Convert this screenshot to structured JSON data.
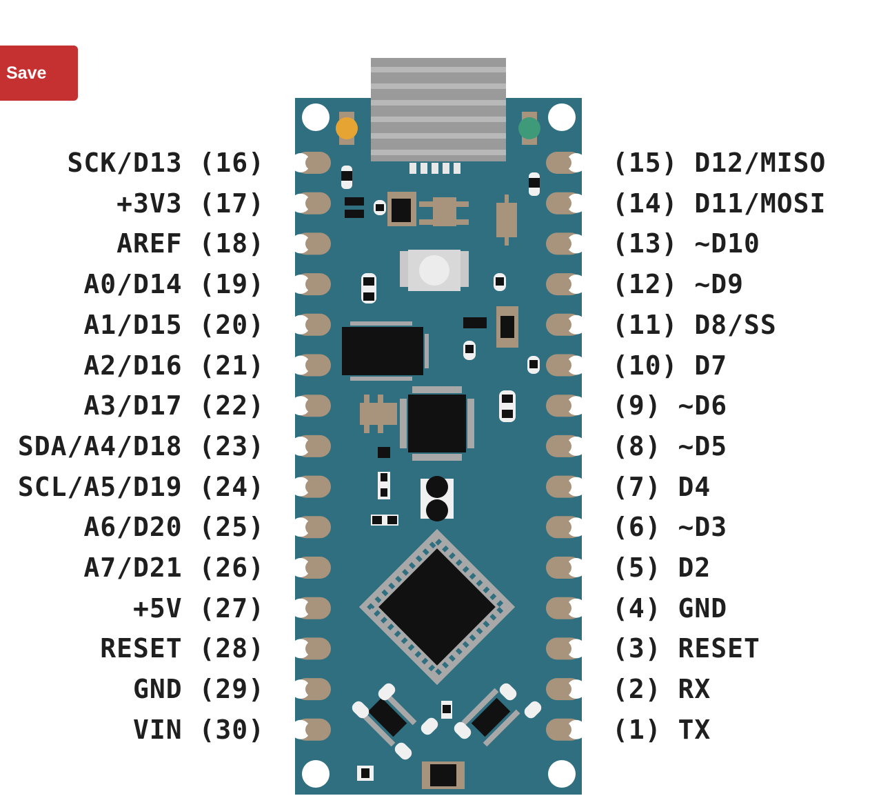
{
  "toolbar": {
    "save_label": "Save"
  },
  "colors": {
    "board": "#2f6f80",
    "chip": "#111111",
    "pad": "#a8947c",
    "pin_hole": "#f2f2f2",
    "usb": "#9a9a9a",
    "led_power": "#e6a532",
    "led_status": "#3f9a7a",
    "save_button": "#c53030"
  },
  "pins": {
    "left": [
      {
        "name": "SCK/D13",
        "num": "(16)"
      },
      {
        "name": "+3V3",
        "num": "(17)"
      },
      {
        "name": "AREF",
        "num": "(18)"
      },
      {
        "name": "A0/D14",
        "num": "(19)"
      },
      {
        "name": "A1/D15",
        "num": "(20)"
      },
      {
        "name": "A2/D16",
        "num": "(21)"
      },
      {
        "name": "A3/D17",
        "num": "(22)"
      },
      {
        "name": "SDA/A4/D18",
        "num": "(23)"
      },
      {
        "name": "SCL/A5/D19",
        "num": "(24)"
      },
      {
        "name": "A6/D20",
        "num": "(25)"
      },
      {
        "name": "A7/D21",
        "num": "(26)"
      },
      {
        "name": "+5V",
        "num": "(27)"
      },
      {
        "name": "RESET",
        "num": "(28)"
      },
      {
        "name": "GND",
        "num": "(29)"
      },
      {
        "name": "VIN",
        "num": "(30)"
      }
    ],
    "right": [
      {
        "num": "(15)",
        "name": "D12/MISO"
      },
      {
        "num": "(14)",
        "name": "D11/MOSI"
      },
      {
        "num": "(13)",
        "name": "~D10"
      },
      {
        "num": "(12)",
        "name": "~D9"
      },
      {
        "num": "(11)",
        "name": "D8/SS"
      },
      {
        "num": "(10)",
        "name": "D7"
      },
      {
        "num": "(9)",
        "name": "~D6"
      },
      {
        "num": "(8)",
        "name": "~D5"
      },
      {
        "num": "(7)",
        "name": "D4"
      },
      {
        "num": "(6)",
        "name": "~D3"
      },
      {
        "num": "(5)",
        "name": "D2"
      },
      {
        "num": "(4)",
        "name": "GND"
      },
      {
        "num": "(3)",
        "name": "RESET"
      },
      {
        "num": "(2)",
        "name": "RX"
      },
      {
        "num": "(1)",
        "name": "TX"
      }
    ]
  }
}
